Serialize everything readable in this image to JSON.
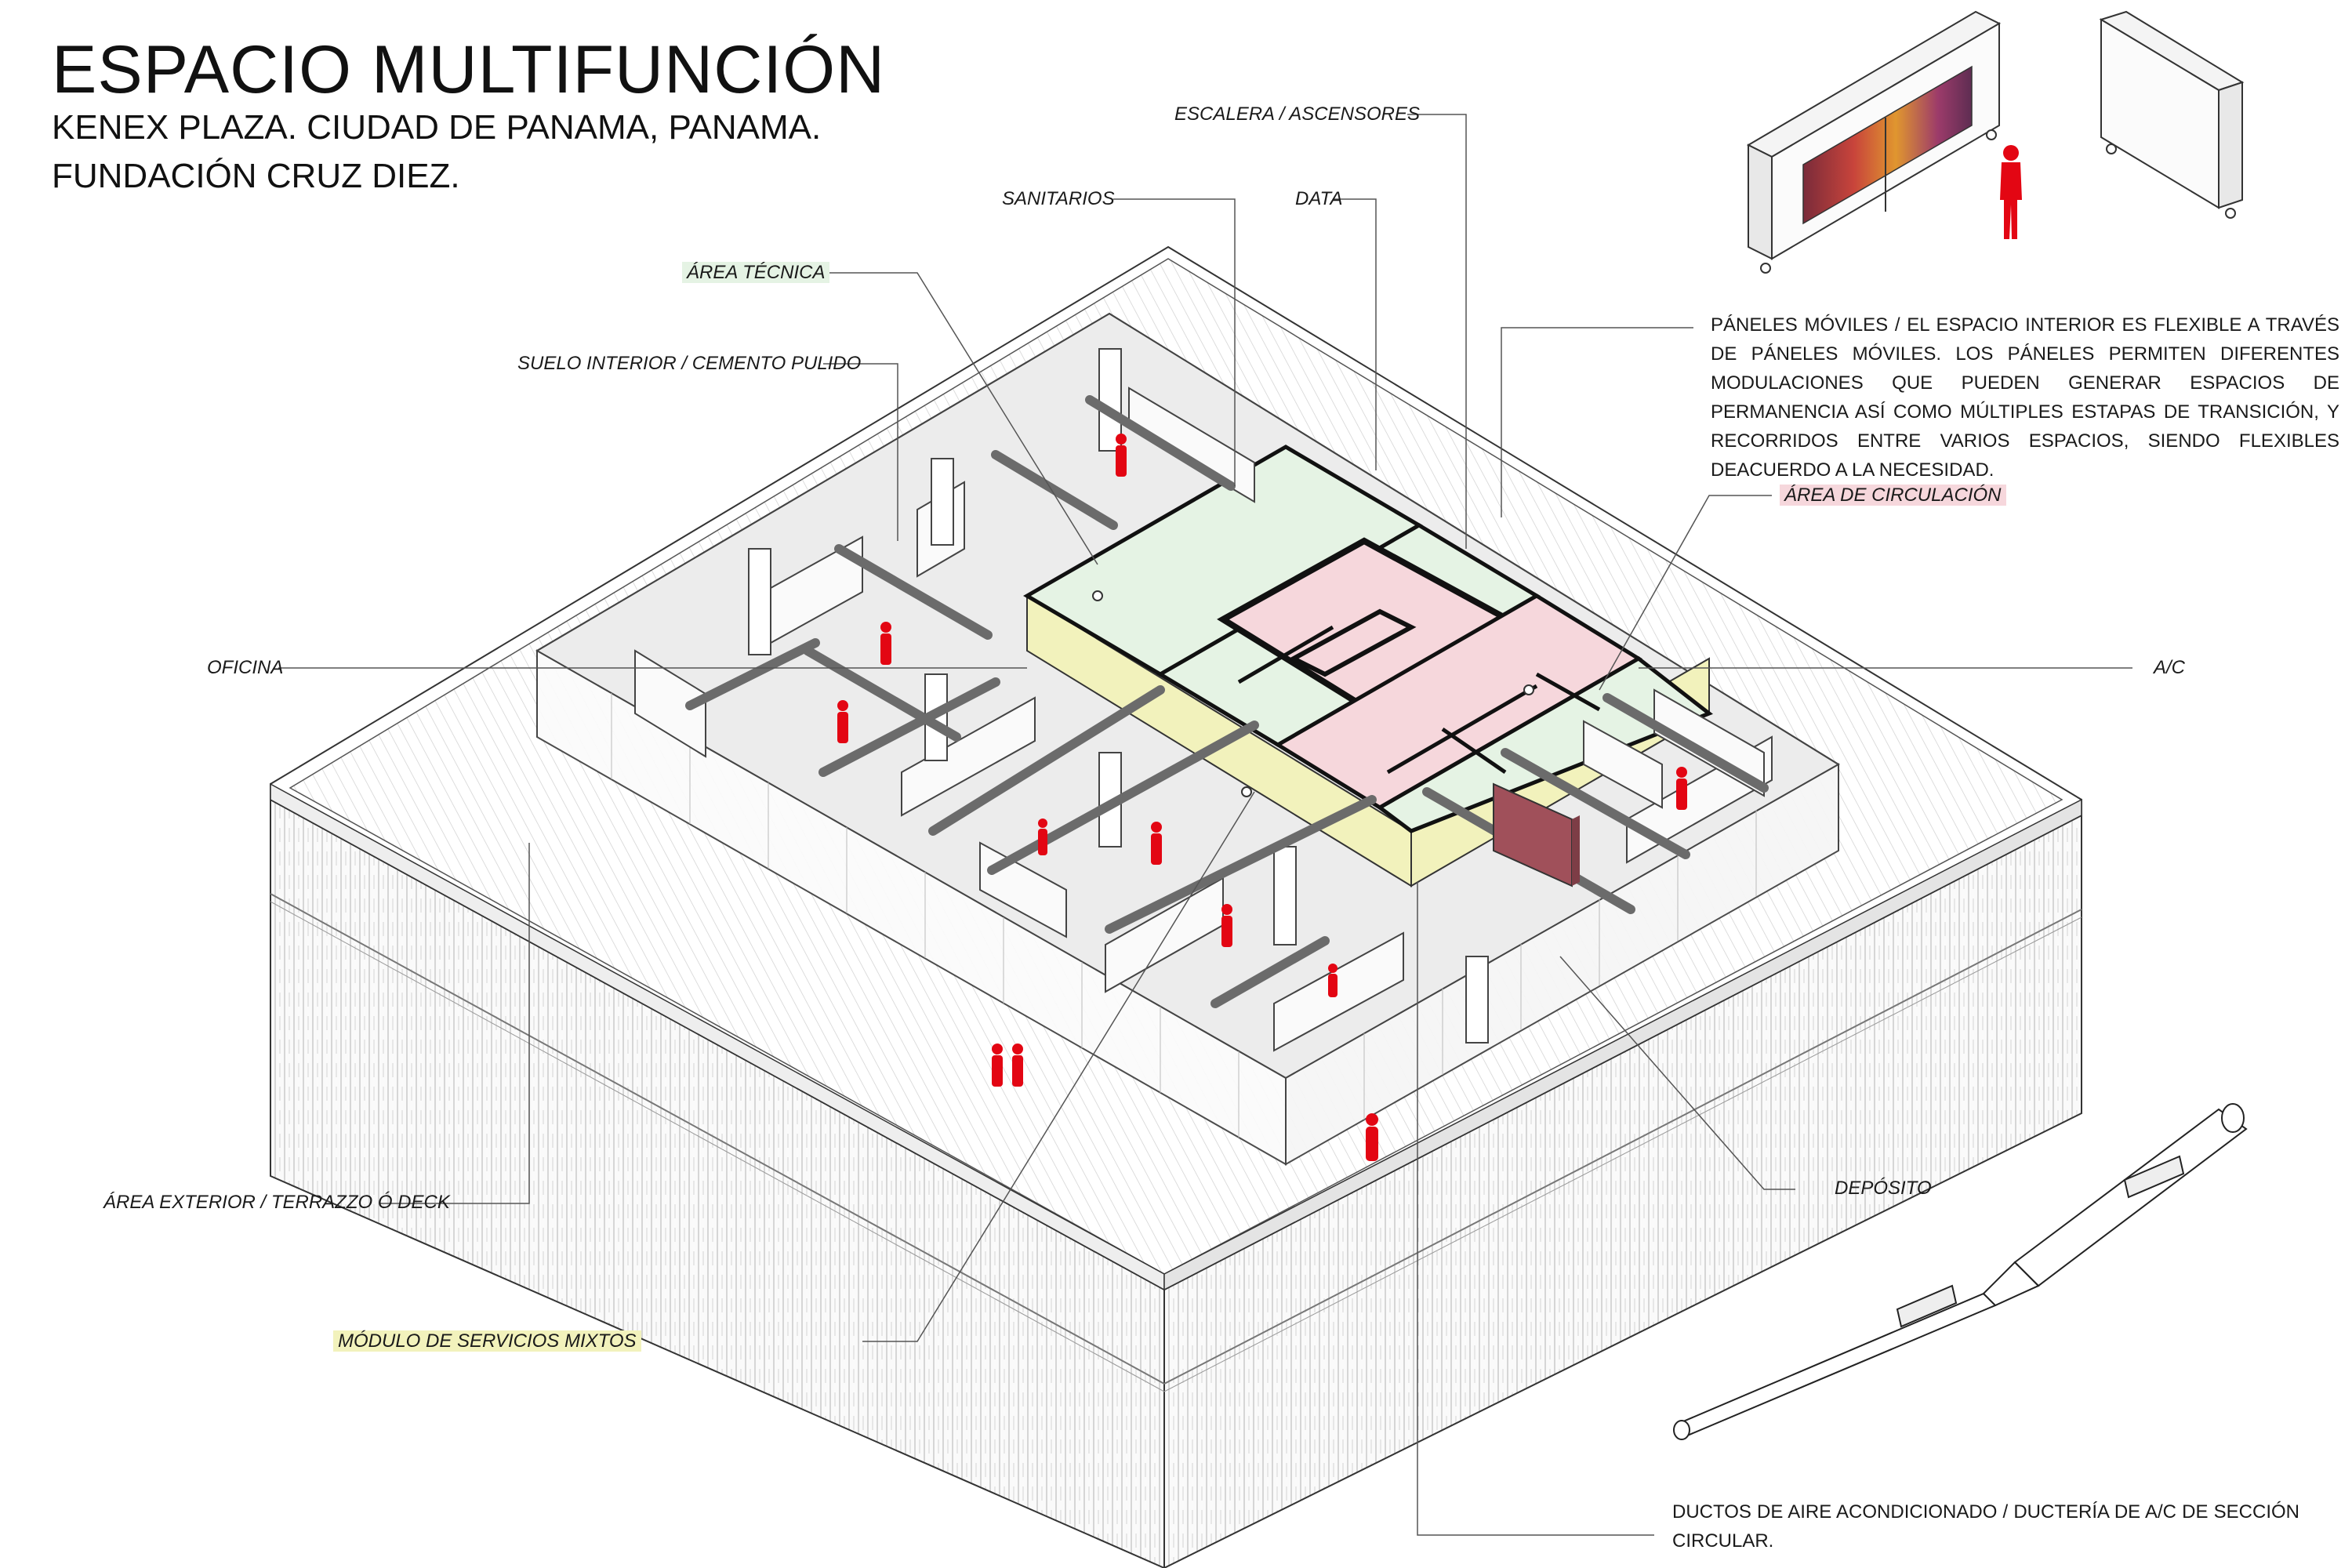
{
  "title": "ESPACIO MULTIFUNCIÓN",
  "subtitle_line1": "KENEX PLAZA. CIUDAD DE PANAMA, PANAMA.",
  "subtitle_line2": "FUNDACIÓN CRUZ DIEZ.",
  "labels": {
    "escalera": "ESCALERA / ASCENSORES",
    "sanitarios": "SANITARIOS",
    "data": "DATA",
    "area_tecnica": "ÁREA TÉCNICA",
    "suelo": "SUELO INTERIOR / CEMENTO PULIDO",
    "area_circulacion": "ÁREA DE CIRCULACIÓN",
    "oficina": "OFICINA",
    "ac": "A/C",
    "area_exterior": "ÁREA EXTERIOR  /  TERRAZZO Ó DECK",
    "deposito": "DEPÓSITO",
    "modulo": "MÓDULO DE SERVICIOS MIXTOS"
  },
  "notes": {
    "paneles": "PÁNELES MÓVILES / EL ESPACIO INTERIOR ES FLEXIBLE A TRAVÉS DE PÁNELES MÓVILES. LOS PÁNELES PERMITEN DIFERENTES MODULACIONES QUE PUEDEN GENERAR ESPACIOS DE PERMANENCIA ASÍ COMO MÚLTIPLES ESTAPAS DE TRANSICIÓN, Y RECORRIDOS ENTRE VARIOS ESPACIOS, SIENDO FLEXIBLES DEACUERDO A LA NECESIDAD.",
    "ductos": "DUCTOS DE AIRE ACONDICIONADO / DUCTERÍA DE A/C DE SECCIÓN CIRCULAR."
  },
  "colors": {
    "green_zone": "#e5f3e4",
    "pink_zone": "#f6d7dc",
    "yellow_zone": "#f2f2bc",
    "people": "#e30613",
    "panel_art": "#a0505a",
    "line": "#222222"
  }
}
